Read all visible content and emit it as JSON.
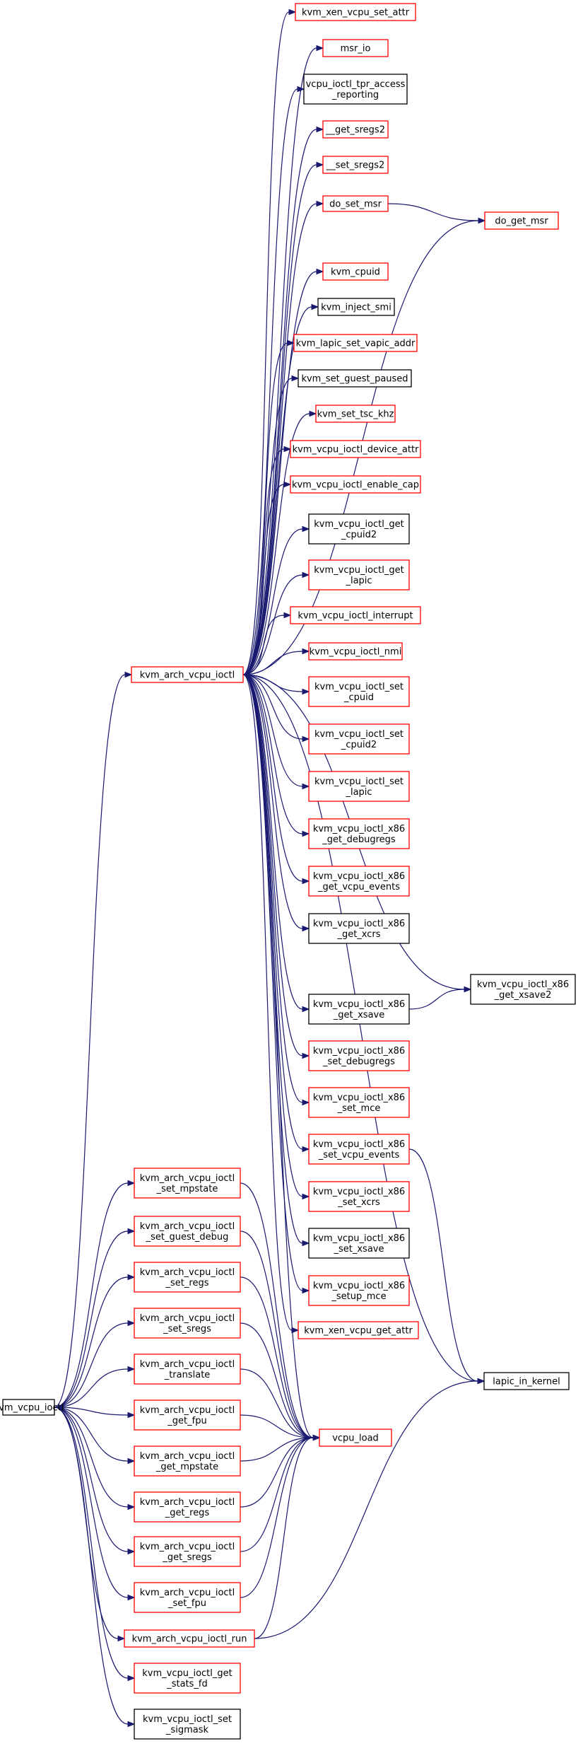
{
  "colors": {
    "edge": "#191970",
    "linked_border": "#ff0000",
    "plain_border": "#000000",
    "root_fill": "#bfbfbf"
  },
  "root": "n_root",
  "nodes": [
    {
      "id": "n_root",
      "lines": [
        "kvm_vcpu_ioctl"
      ],
      "style": "root"
    },
    {
      "id": "n_arch",
      "lines": [
        "kvm_arch_vcpu_ioctl"
      ],
      "style": "linked"
    },
    {
      "id": "n_xenset",
      "lines": [
        "kvm_xen_vcpu_set_attr"
      ],
      "style": "linked"
    },
    {
      "id": "n_msrio",
      "lines": [
        "msr_io"
      ],
      "style": "linked"
    },
    {
      "id": "n_tpr",
      "lines": [
        "vcpu_ioctl_tpr_access",
        "_reporting"
      ],
      "style": "plain"
    },
    {
      "id": "n_getsregs2",
      "lines": [
        "__get_sregs2"
      ],
      "style": "linked"
    },
    {
      "id": "n_setsregs2",
      "lines": [
        "__set_sregs2"
      ],
      "style": "linked"
    },
    {
      "id": "n_dosetmsr",
      "lines": [
        "do_set_msr"
      ],
      "style": "linked"
    },
    {
      "id": "n_dogetmsr",
      "lines": [
        "do_get_msr"
      ],
      "style": "linked"
    },
    {
      "id": "n_cpuid",
      "lines": [
        "kvm_cpuid"
      ],
      "style": "linked"
    },
    {
      "id": "n_smi",
      "lines": [
        "kvm_inject_smi"
      ],
      "style": "plain"
    },
    {
      "id": "n_vapic",
      "lines": [
        "kvm_lapic_set_vapic_addr"
      ],
      "style": "linked"
    },
    {
      "id": "n_paused",
      "lines": [
        "kvm_set_guest_paused"
      ],
      "style": "plain"
    },
    {
      "id": "n_tsc",
      "lines": [
        "kvm_set_tsc_khz"
      ],
      "style": "linked"
    },
    {
      "id": "n_devattr",
      "lines": [
        "kvm_vcpu_ioctl_device_attr"
      ],
      "style": "linked"
    },
    {
      "id": "n_enablecap",
      "lines": [
        "kvm_vcpu_ioctl_enable_cap"
      ],
      "style": "linked"
    },
    {
      "id": "n_getcpuid2",
      "lines": [
        "kvm_vcpu_ioctl_get",
        "_cpuid2"
      ],
      "style": "plain"
    },
    {
      "id": "n_getlapic",
      "lines": [
        "kvm_vcpu_ioctl_get",
        "_lapic"
      ],
      "style": "linked"
    },
    {
      "id": "n_interrupt",
      "lines": [
        "kvm_vcpu_ioctl_interrupt"
      ],
      "style": "linked"
    },
    {
      "id": "n_nmi",
      "lines": [
        "kvm_vcpu_ioctl_nmi"
      ],
      "style": "linked"
    },
    {
      "id": "n_setcpuid",
      "lines": [
        "kvm_vcpu_ioctl_set",
        "_cpuid"
      ],
      "style": "linked"
    },
    {
      "id": "n_setcpuid2",
      "lines": [
        "kvm_vcpu_ioctl_set",
        "_cpuid2"
      ],
      "style": "linked"
    },
    {
      "id": "n_setlapic",
      "lines": [
        "kvm_vcpu_ioctl_set",
        "_lapic"
      ],
      "style": "linked"
    },
    {
      "id": "n_getdebugregs",
      "lines": [
        "kvm_vcpu_ioctl_x86",
        "_get_debugregs"
      ],
      "style": "linked"
    },
    {
      "id": "n_getvcpuevents",
      "lines": [
        "kvm_vcpu_ioctl_x86",
        "_get_vcpu_events"
      ],
      "style": "linked"
    },
    {
      "id": "n_getxcrs",
      "lines": [
        "kvm_vcpu_ioctl_x86",
        "_get_xcrs"
      ],
      "style": "plain"
    },
    {
      "id": "n_getxsave2",
      "lines": [
        "kvm_vcpu_ioctl_x86",
        "_get_xsave2"
      ],
      "style": "plain"
    },
    {
      "id": "n_getxsave",
      "lines": [
        "kvm_vcpu_ioctl_x86",
        "_get_xsave"
      ],
      "style": "plain"
    },
    {
      "id": "n_setdebugregs",
      "lines": [
        "kvm_vcpu_ioctl_x86",
        "_set_debugregs"
      ],
      "style": "linked"
    },
    {
      "id": "n_setmce",
      "lines": [
        "kvm_vcpu_ioctl_x86",
        "_set_mce"
      ],
      "style": "linked"
    },
    {
      "id": "n_setvcpuevents",
      "lines": [
        "kvm_vcpu_ioctl_x86",
        "_set_vcpu_events"
      ],
      "style": "linked"
    },
    {
      "id": "n_setxcrs",
      "lines": [
        "kvm_vcpu_ioctl_x86",
        "_set_xcrs"
      ],
      "style": "linked"
    },
    {
      "id": "n_setxsave",
      "lines": [
        "kvm_vcpu_ioctl_x86",
        "_set_xsave"
      ],
      "style": "plain"
    },
    {
      "id": "n_setupmce",
      "lines": [
        "kvm_vcpu_ioctl_x86",
        "_setup_mce"
      ],
      "style": "linked"
    },
    {
      "id": "n_xenget",
      "lines": [
        "kvm_xen_vcpu_get_attr"
      ],
      "style": "linked"
    },
    {
      "id": "n_lapicinkernel",
      "lines": [
        "lapic_in_kernel"
      ],
      "style": "plain"
    },
    {
      "id": "n_setmpstate",
      "lines": [
        "kvm_arch_vcpu_ioctl",
        "_set_mpstate"
      ],
      "style": "linked"
    },
    {
      "id": "n_setguestdebug",
      "lines": [
        "kvm_arch_vcpu_ioctl",
        "_set_guest_debug"
      ],
      "style": "linked"
    },
    {
      "id": "n_setregs",
      "lines": [
        "kvm_arch_vcpu_ioctl",
        "_set_regs"
      ],
      "style": "linked"
    },
    {
      "id": "n_setsregs",
      "lines": [
        "kvm_arch_vcpu_ioctl",
        "_set_sregs"
      ],
      "style": "linked"
    },
    {
      "id": "n_translate",
      "lines": [
        "kvm_arch_vcpu_ioctl",
        "_translate"
      ],
      "style": "linked"
    },
    {
      "id": "n_getfpu",
      "lines": [
        "kvm_arch_vcpu_ioctl",
        "_get_fpu"
      ],
      "style": "linked"
    },
    {
      "id": "n_vcpuload",
      "lines": [
        "vcpu_load"
      ],
      "style": "linked"
    },
    {
      "id": "n_getmpstate",
      "lines": [
        "kvm_arch_vcpu_ioctl",
        "_get_mpstate"
      ],
      "style": "linked"
    },
    {
      "id": "n_getregs",
      "lines": [
        "kvm_arch_vcpu_ioctl",
        "_get_regs"
      ],
      "style": "linked"
    },
    {
      "id": "n_getsregs",
      "lines": [
        "kvm_arch_vcpu_ioctl",
        "_get_sregs"
      ],
      "style": "linked"
    },
    {
      "id": "n_setfpu",
      "lines": [
        "kvm_arch_vcpu_ioctl",
        "_set_fpu"
      ],
      "style": "linked"
    },
    {
      "id": "n_run",
      "lines": [
        "kvm_arch_vcpu_ioctl_run"
      ],
      "style": "linked"
    },
    {
      "id": "n_statsfd",
      "lines": [
        "kvm_vcpu_ioctl_get",
        "_stats_fd"
      ],
      "style": "linked"
    },
    {
      "id": "n_sigmask",
      "lines": [
        "kvm_vcpu_ioctl_set",
        "_sigmask"
      ],
      "style": "plain"
    }
  ],
  "edges": [
    [
      "n_root",
      "n_arch"
    ],
    [
      "n_root",
      "n_setmpstate"
    ],
    [
      "n_root",
      "n_setguestdebug"
    ],
    [
      "n_root",
      "n_setregs"
    ],
    [
      "n_root",
      "n_setsregs"
    ],
    [
      "n_root",
      "n_translate"
    ],
    [
      "n_root",
      "n_getfpu"
    ],
    [
      "n_root",
      "n_getmpstate"
    ],
    [
      "n_root",
      "n_getregs"
    ],
    [
      "n_root",
      "n_getsregs"
    ],
    [
      "n_root",
      "n_setfpu"
    ],
    [
      "n_root",
      "n_run"
    ],
    [
      "n_root",
      "n_statsfd"
    ],
    [
      "n_root",
      "n_sigmask"
    ],
    [
      "n_arch",
      "n_xenset"
    ],
    [
      "n_arch",
      "n_msrio"
    ],
    [
      "n_arch",
      "n_tpr"
    ],
    [
      "n_arch",
      "n_getsregs2"
    ],
    [
      "n_arch",
      "n_setsregs2"
    ],
    [
      "n_arch",
      "n_dosetmsr"
    ],
    [
      "n_arch",
      "n_dogetmsr"
    ],
    [
      "n_arch",
      "n_cpuid"
    ],
    [
      "n_arch",
      "n_smi"
    ],
    [
      "n_arch",
      "n_vapic"
    ],
    [
      "n_arch",
      "n_paused"
    ],
    [
      "n_arch",
      "n_tsc"
    ],
    [
      "n_arch",
      "n_devattr"
    ],
    [
      "n_arch",
      "n_enablecap"
    ],
    [
      "n_arch",
      "n_getcpuid2"
    ],
    [
      "n_arch",
      "n_getlapic"
    ],
    [
      "n_arch",
      "n_interrupt"
    ],
    [
      "n_arch",
      "n_nmi"
    ],
    [
      "n_arch",
      "n_setcpuid"
    ],
    [
      "n_arch",
      "n_setcpuid2"
    ],
    [
      "n_arch",
      "n_setlapic"
    ],
    [
      "n_arch",
      "n_getdebugregs"
    ],
    [
      "n_arch",
      "n_getvcpuevents"
    ],
    [
      "n_arch",
      "n_getxcrs"
    ],
    [
      "n_arch",
      "n_getxsave2"
    ],
    [
      "n_arch",
      "n_getxsave"
    ],
    [
      "n_arch",
      "n_setdebugregs"
    ],
    [
      "n_arch",
      "n_setmce"
    ],
    [
      "n_arch",
      "n_setvcpuevents"
    ],
    [
      "n_arch",
      "n_setxcrs"
    ],
    [
      "n_arch",
      "n_setxsave"
    ],
    [
      "n_arch",
      "n_setupmce"
    ],
    [
      "n_arch",
      "n_xenget"
    ],
    [
      "n_arch",
      "n_lapicinkernel"
    ],
    [
      "n_arch",
      "n_vcpuload"
    ],
    [
      "n_dosetmsr",
      "n_dogetmsr"
    ],
    [
      "n_getxsave",
      "n_getxsave2"
    ],
    [
      "n_setvcpuevents",
      "n_lapicinkernel"
    ],
    [
      "n_setmpstate",
      "n_vcpuload"
    ],
    [
      "n_setguestdebug",
      "n_vcpuload"
    ],
    [
      "n_setregs",
      "n_vcpuload"
    ],
    [
      "n_setsregs",
      "n_vcpuload"
    ],
    [
      "n_translate",
      "n_vcpuload"
    ],
    [
      "n_getfpu",
      "n_vcpuload"
    ],
    [
      "n_getmpstate",
      "n_vcpuload"
    ],
    [
      "n_getregs",
      "n_vcpuload"
    ],
    [
      "n_getsregs",
      "n_vcpuload"
    ],
    [
      "n_setfpu",
      "n_vcpuload"
    ],
    [
      "n_run",
      "n_vcpuload"
    ],
    [
      "n_run",
      "n_lapicinkernel"
    ]
  ]
}
